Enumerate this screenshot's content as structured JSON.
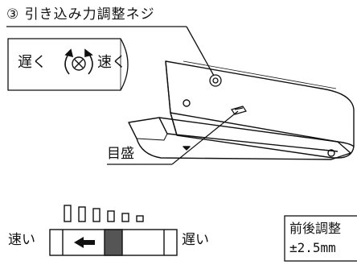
{
  "labels": {
    "title": "③ 引き込み力調整ネジ",
    "slow_short": "遅く",
    "fast_short": "速く",
    "scale": "目盛",
    "speed_fast": "速い",
    "speed_slow": "遅い",
    "adjust_title": "前後調整",
    "adjust_range": "±2.5mm"
  },
  "colors": {
    "line": "#111111",
    "fill_gray": "#555555"
  }
}
